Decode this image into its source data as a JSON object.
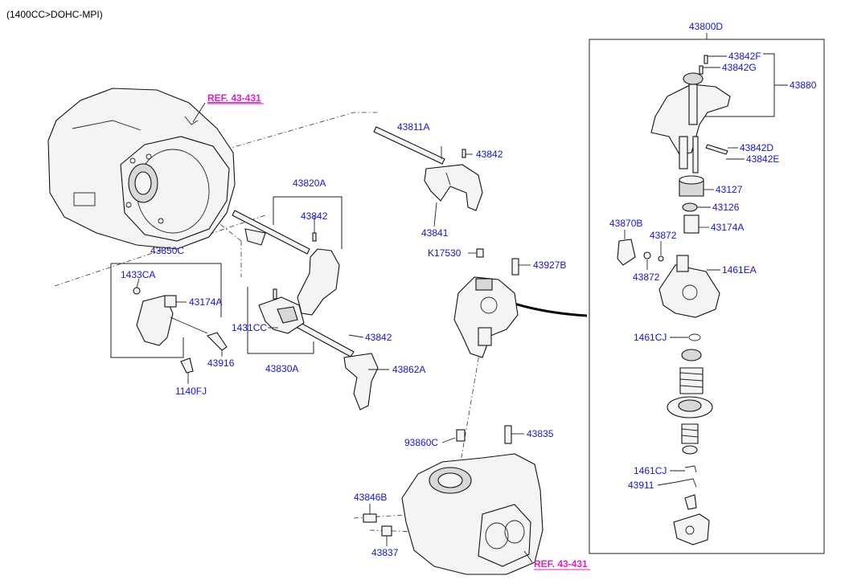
{
  "header": {
    "model": "(1400CC>DOHC-MPI)"
  },
  "refs": {
    "ref_top": "REF. 43-431",
    "ref_bottom": "REF. 43-431"
  },
  "assembly_box_label": "43800D",
  "parts": {
    "p43842F": "43842F",
    "p43842G": "43842G",
    "p43880": "43880",
    "p43842D": "43842D",
    "p43842E": "43842E",
    "p43127": "43127",
    "p43126": "43126",
    "p43870B": "43870B",
    "p43174A_r": "43174A",
    "p43872_a": "43872",
    "p43872_b": "43872",
    "p1461EA": "1461EA",
    "p1461CJ_a": "1461CJ",
    "p1461CJ_b": "1461CJ",
    "p43911": "43911",
    "p43811A": "43811A",
    "p43842_a": "43842",
    "p43841": "43841",
    "p43820A": "43820A",
    "p43842_b": "43842",
    "p43850C": "43850C",
    "p1433CA": "1433CA",
    "p43174A_l": "43174A",
    "p43916": "43916",
    "p1140FJ": "1140FJ",
    "p1431CC": "1431CC",
    "p43842_c": "43842",
    "p43830A": "43830A",
    "p43862A": "43862A",
    "pK17530": "K17530",
    "p43927B": "43927B",
    "p93860C": "93860C",
    "p43835": "43835",
    "p43846B": "43846B",
    "p43837": "43837"
  },
  "colors": {
    "label": "#1515d0",
    "ref": "#e020c0",
    "line": "#222222"
  }
}
